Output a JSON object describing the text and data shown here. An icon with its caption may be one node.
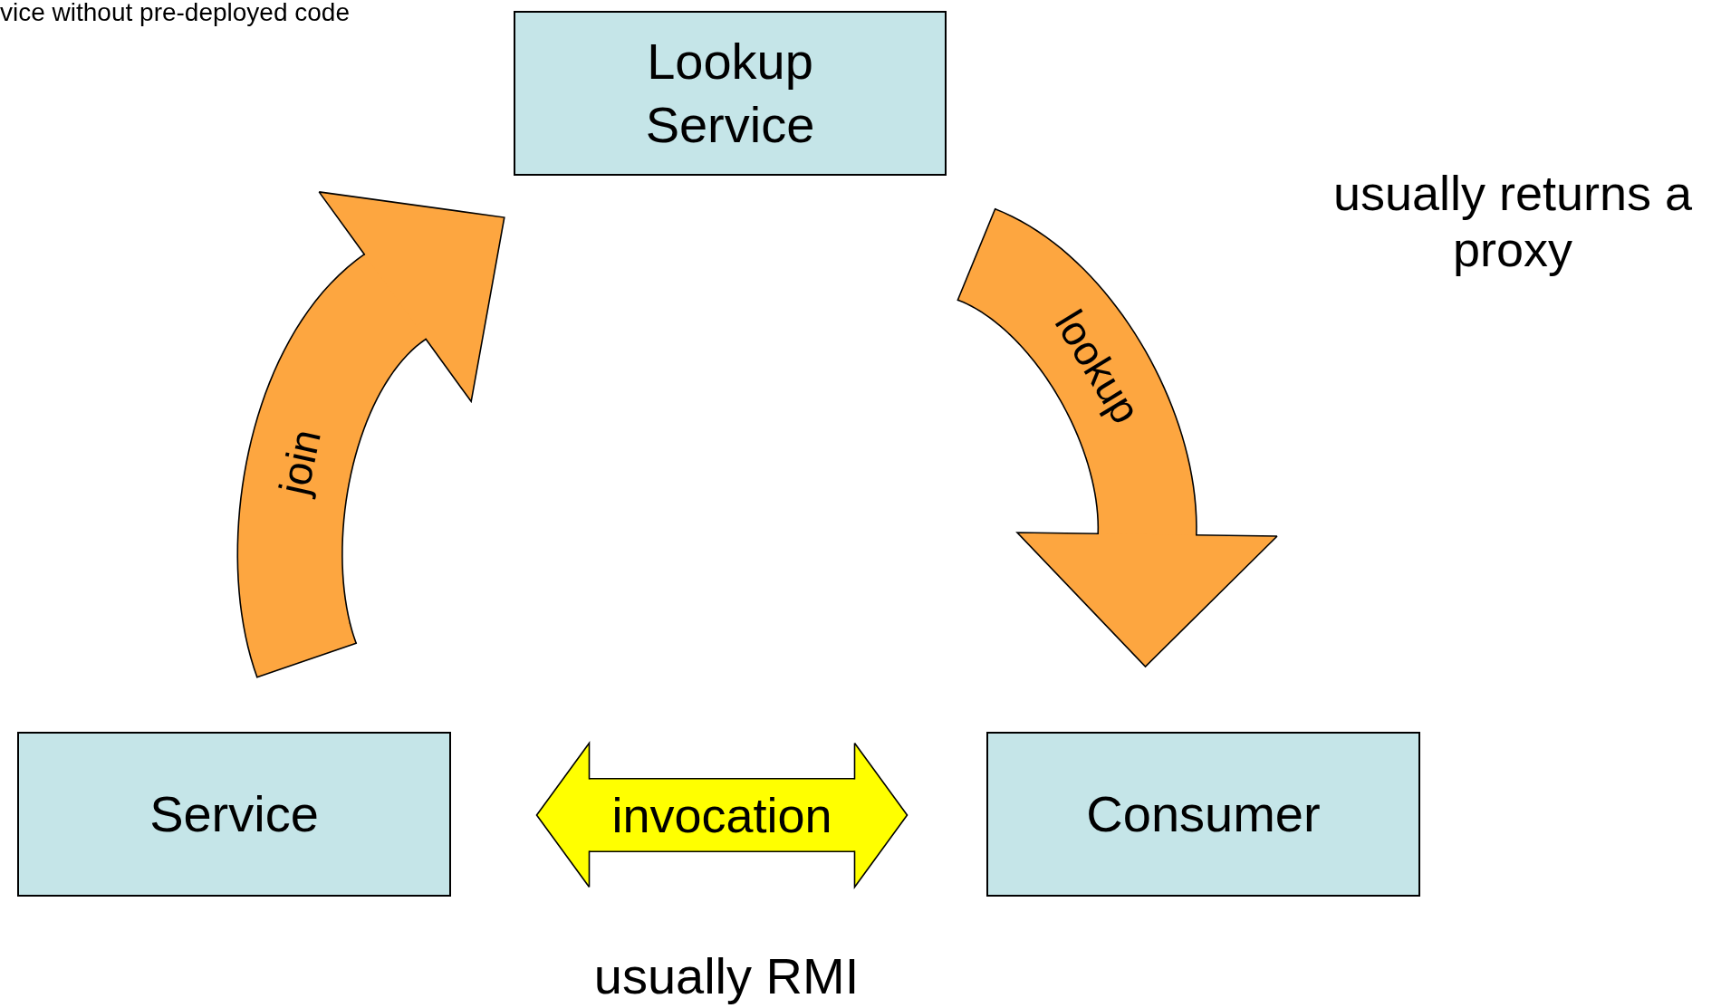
{
  "diagram": {
    "nodes": [
      {
        "text": [
          "Lookup Service"
        ]
      },
      {
        "text": [
          "Service"
        ]
      },
      {
        "text": [
          "Consumer"
        ]
      }
    ],
    "edges": [
      {
        "from": 1,
        "to": 0,
        "arrow": "to",
        "label": "join",
        "color": "#fda640"
      },
      {
        "from": 0,
        "to": 2,
        "arrow": "to",
        "label": "lookup",
        "color": "#fda640"
      },
      {
        "from": 1,
        "to": 2,
        "arrow": "both",
        "label": "invocation",
        "color": "#ffff00"
      }
    ],
    "labels": [
      "vice without pre-deployed code",
      "usually returns a proxy",
      "usually RMI"
    ]
  }
}
